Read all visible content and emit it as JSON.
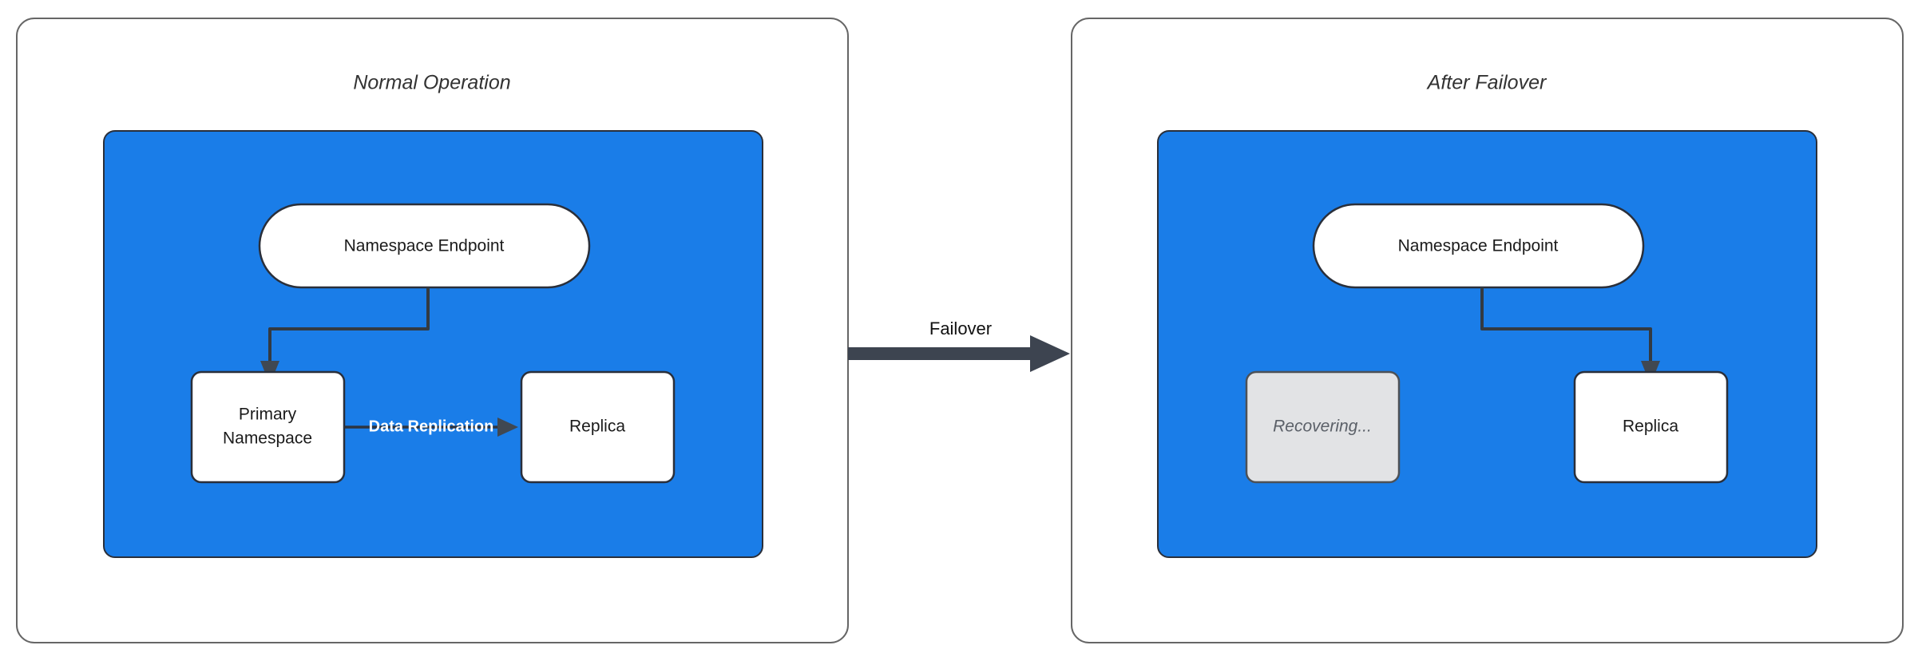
{
  "diagram": {
    "type": "failover-architecture-diagram",
    "background_color": "#ffffff",
    "panels": [
      {
        "id": "normal-operation",
        "title": "Normal Operation",
        "cluster_color": "#1a7de8",
        "nodes": [
          {
            "id": "endpoint-left",
            "label": "Namespace Endpoint",
            "shape": "pill",
            "state": "active"
          },
          {
            "id": "primary-namespace",
            "label": "Primary\nNamespace",
            "line1": "Primary",
            "line2": "Namespace",
            "shape": "rounded-rect",
            "state": "active"
          },
          {
            "id": "replica-left",
            "label": "Replica",
            "shape": "rounded-rect",
            "state": "active"
          }
        ],
        "edges": [
          {
            "from": "endpoint-left",
            "to": "primary-namespace",
            "label": ""
          },
          {
            "from": "primary-namespace",
            "to": "replica-left",
            "label": "Data Replication",
            "label_color": "#ffffff"
          }
        ]
      },
      {
        "id": "after-failover",
        "title": "After Failover",
        "cluster_color": "#1a7de8",
        "nodes": [
          {
            "id": "endpoint-right",
            "label": "Namespace Endpoint",
            "shape": "pill",
            "state": "active"
          },
          {
            "id": "recovering-namespace",
            "label": "Recovering...",
            "shape": "rounded-rect",
            "state": "disabled",
            "fill": "#e2e3e5"
          },
          {
            "id": "replica-right",
            "label": "Replica",
            "shape": "rounded-rect",
            "state": "active"
          }
        ],
        "edges": [
          {
            "from": "endpoint-right",
            "to": "replica-right",
            "label": ""
          }
        ]
      }
    ],
    "transition": {
      "label": "Failover",
      "from_panel": "normal-operation",
      "to_panel": "after-failover",
      "arrow_color": "#3d4450"
    }
  }
}
